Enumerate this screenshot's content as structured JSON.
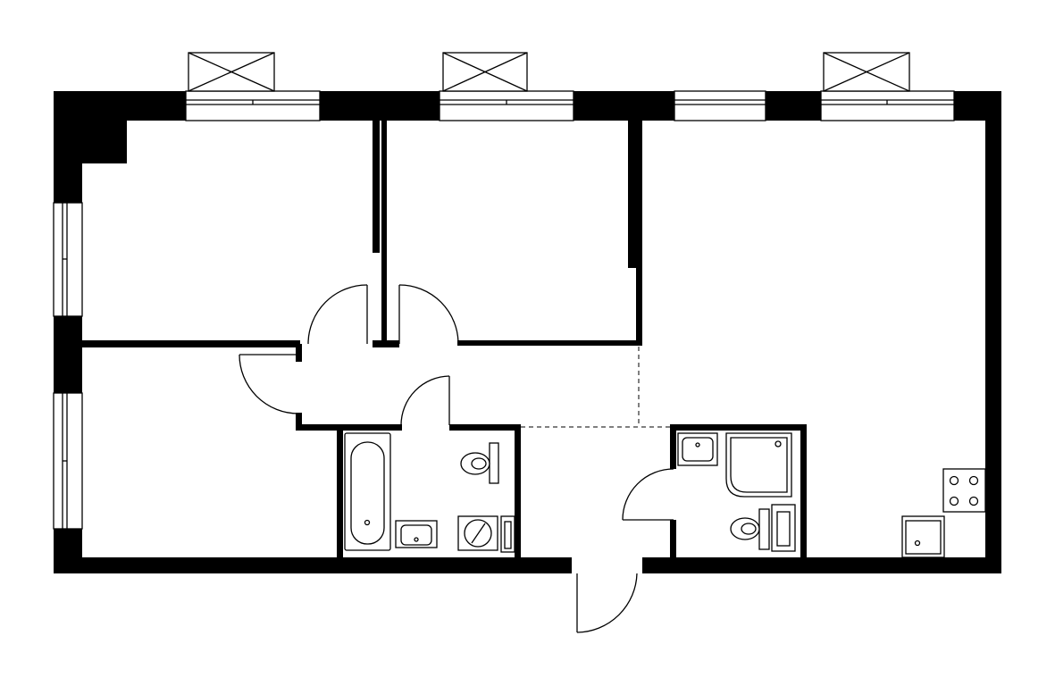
{
  "diagram": {
    "type": "apartment-floor-plan",
    "rooms": [
      {
        "id": "bedroom-1",
        "kind": "room"
      },
      {
        "id": "bedroom-2",
        "kind": "room"
      },
      {
        "id": "bedroom-3",
        "kind": "room"
      },
      {
        "id": "living-kitchen",
        "kind": "room"
      },
      {
        "id": "hallway",
        "kind": "corridor"
      },
      {
        "id": "bathroom",
        "kind": "wet-room"
      },
      {
        "id": "shower-room",
        "kind": "wet-room"
      }
    ],
    "fixtures": [
      "bathtub-icon",
      "sink-icon",
      "toilet-icon",
      "washing-machine-icon",
      "shower-tray-icon",
      "stove-icon",
      "kitchen-sink-icon",
      "ac-unit-icon"
    ],
    "colors": {
      "wall": "#000000",
      "background": "#ffffff",
      "line": "#000000"
    }
  }
}
